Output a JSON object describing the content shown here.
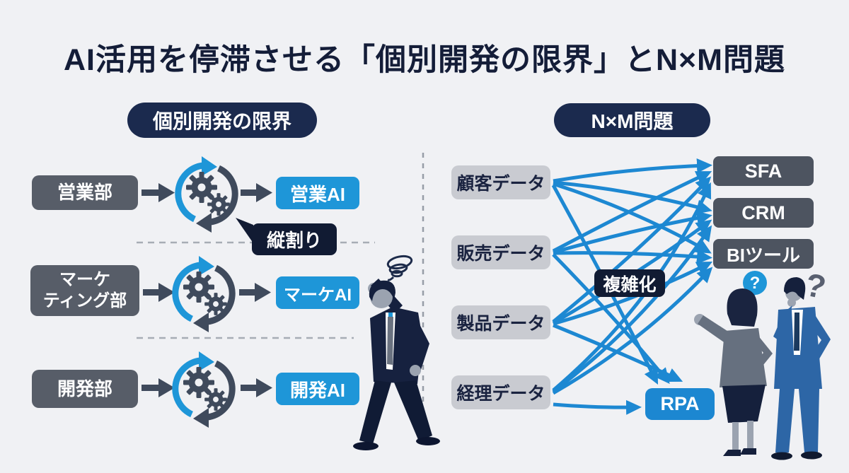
{
  "title": "AI活用を停滞させる「個別開発の限界」とN×M問題",
  "left_section": {
    "header": "個別開発の限界",
    "callout": "縦割り",
    "rows": [
      {
        "dept": "営業部",
        "ai": "営業AI"
      },
      {
        "dept": "マーケ\nティング部",
        "ai": "マーケAI"
      },
      {
        "dept": "開発部",
        "ai": "開発AI"
      }
    ]
  },
  "right_section": {
    "header": "N×M問題",
    "callout": "複雑化",
    "sources": [
      "顧客データ",
      "販売データ",
      "製品データ",
      "経理データ"
    ],
    "targets": [
      "SFA",
      "CRM",
      "BIツール"
    ],
    "rpa_label": "RPA",
    "question_bubble": "?",
    "question_mark": "?"
  },
  "colors": {
    "background": "#f0f1f4",
    "title_text": "#141d38",
    "header_pill": "#1b2a4e",
    "dept_box": "#575d68",
    "ai_box_blue": "#1e96d8",
    "callout_dark": "#111b33",
    "source_box": "#c9cbd1",
    "target_box": "#4d5460",
    "rpa_box": "#1c87d1",
    "arrow_blue": "#1d88d2",
    "arrow_gray": "#3f4a5c"
  }
}
